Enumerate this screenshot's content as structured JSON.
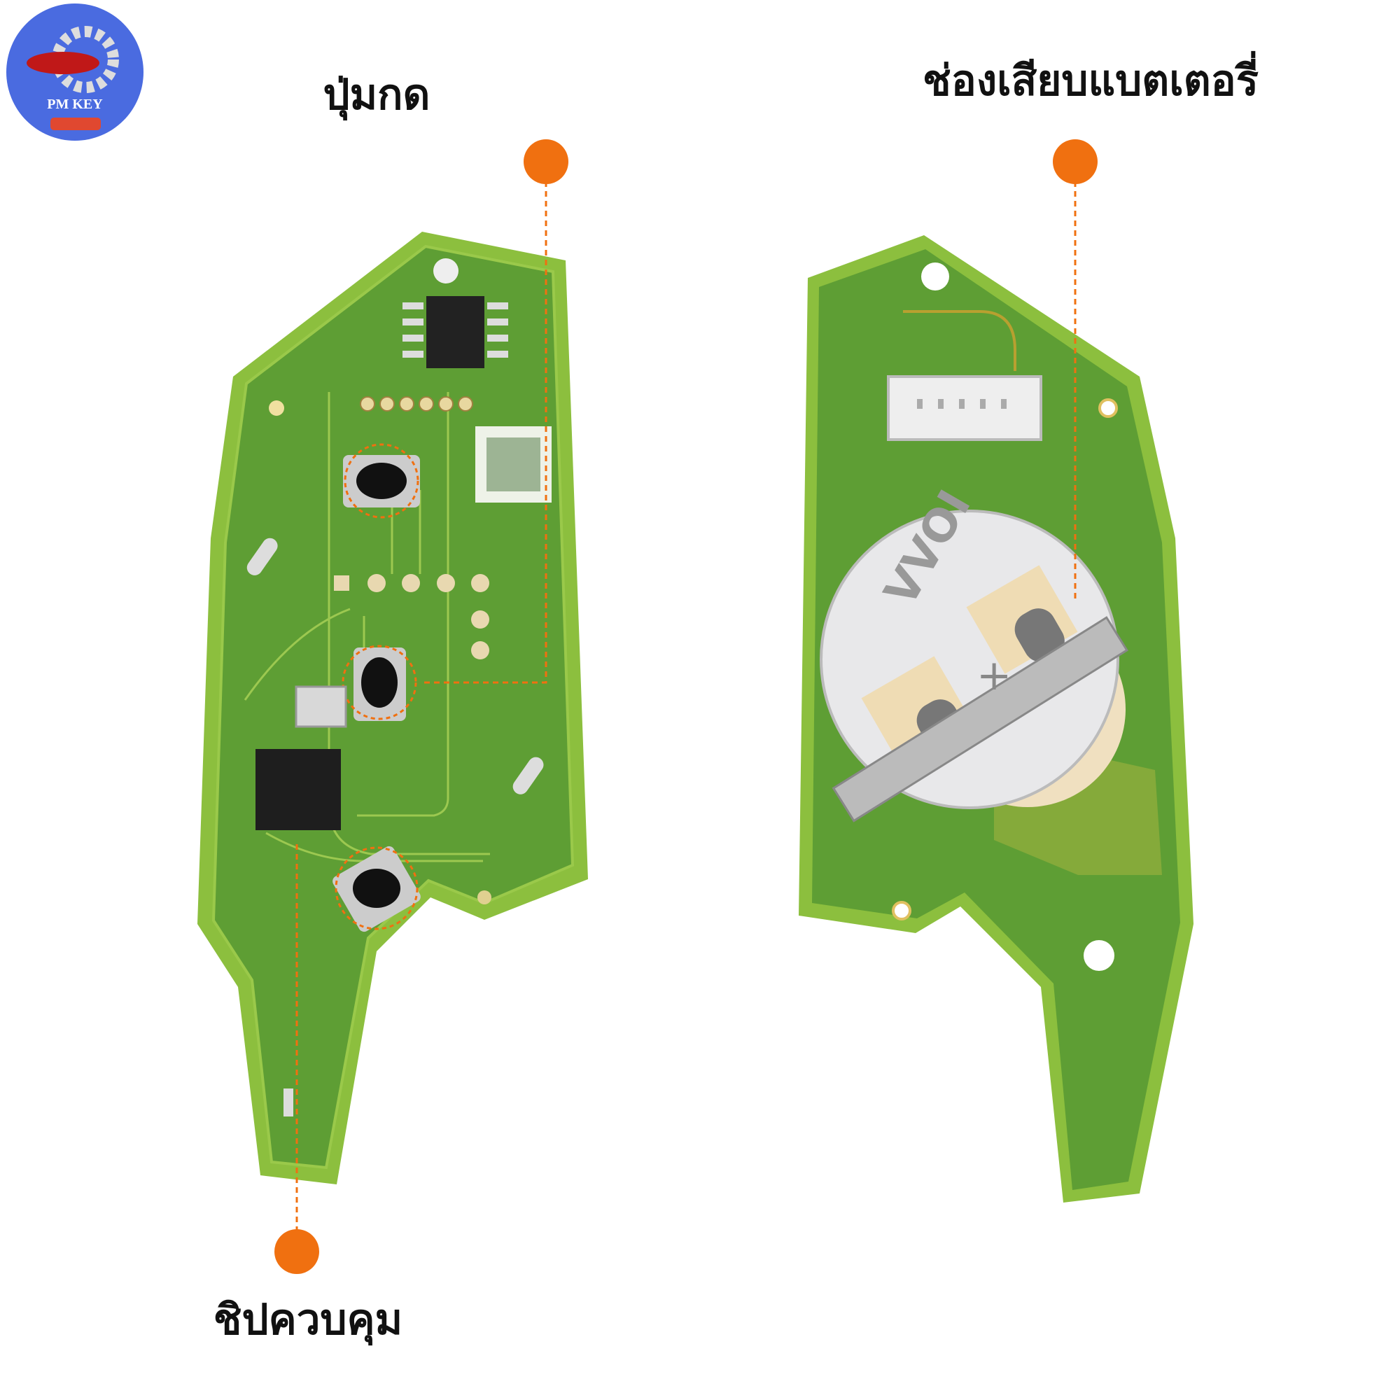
{
  "logo": {
    "text": "PM KEY",
    "subtext": "",
    "bg_color": "#4a6be0"
  },
  "labels": {
    "buttons": "ปุ่มกด",
    "battery_slot": "ช่องเสียบแบตเตอรี่",
    "control_chip": "ชิปควบคุม"
  },
  "colors": {
    "accent": "#f07010",
    "pcb": "#5e9e34",
    "pcb_edge": "#8cbf3e"
  },
  "battery_holder": {
    "marking": "VVOI",
    "polarity": "+"
  }
}
